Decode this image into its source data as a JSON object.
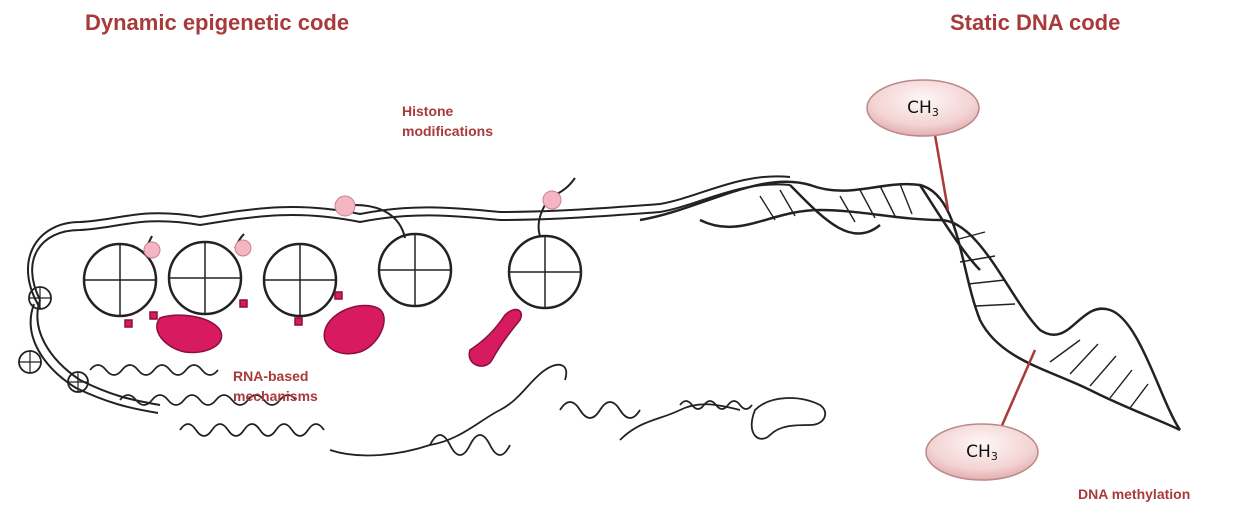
{
  "titles": {
    "left": "Dynamic epigenetic code",
    "right": "Static DNA code"
  },
  "labels": {
    "histone_line1": "Histone",
    "histone_line2": "modifications",
    "rna_line1": "RNA-based",
    "rna_line2": "mechanisms",
    "dna_methylation": "DNA methylation"
  },
  "methyl": {
    "base": "CH",
    "sub": "3"
  },
  "colors": {
    "title": "#a83a3a",
    "magenta": "#d81b60",
    "pink": "#f4b6c2",
    "outline": "#222222",
    "oval_fill": "#f7dede"
  }
}
